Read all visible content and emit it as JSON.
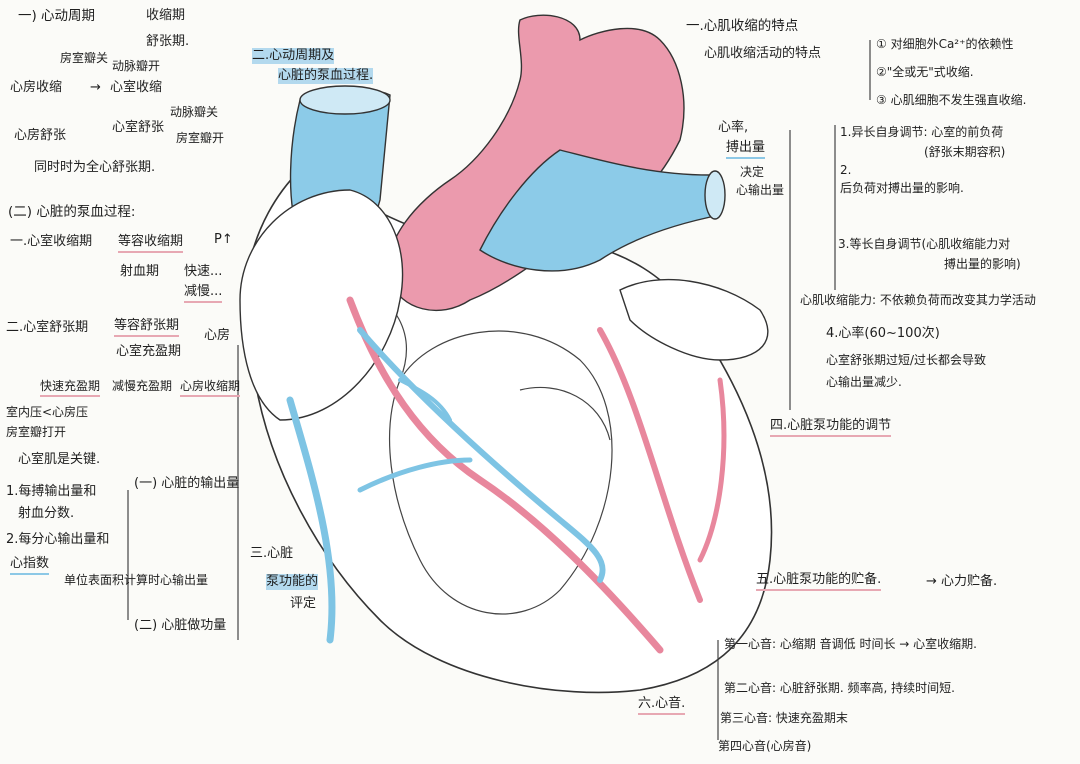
{
  "colors": {
    "artery": "#e8879d",
    "vein": "#7ec4e4",
    "ink": "#222222",
    "paper": "#fbfbf8"
  },
  "notes": {
    "cardiac_cycle": {
      "title": "一) 心动周期",
      "systole": "收缩期",
      "diastole": "舒张期.",
      "av_valve_close": "房室瓣关",
      "arterial_valve_open": "动脉瓣开",
      "atrial_systole": "心房收缩",
      "ventricular_systole": "心室收缩",
      "arterial_valve_close": "动脉瓣关",
      "atrial_diastole": "心房舒张",
      "ventricular_diastole": "心室舒张",
      "av_valve_open": "房室瓣开",
      "full_diastole": "同时时为全心舒张期."
    },
    "pumping_process": {
      "title": "(二) 心脏的泵血过程:",
      "vent_systole": "一.心室收缩期",
      "isovolumic_contraction": "等容收缩期",
      "pressure_up": "P↑",
      "ejection_period": "射血期",
      "fast": "快速...",
      "slow": "减慢...",
      "vent_diastole": "二.心室舒张期",
      "isovolumic_relaxation": "等容舒张期",
      "filling_period": "心室充盈期",
      "to_atrium": "心房",
      "rapid_filling": "快速充盈期",
      "slow_filling": "减慢充盈期",
      "atrial_contraction": "心房收缩期",
      "pressure_note": "室内压<心房压",
      "av_opens": "房室瓣打开",
      "ventricle_key": "心室肌是关键."
    },
    "output": {
      "stroke_volume": "1.每搏输出量和",
      "ejection_fraction": "射血分数.",
      "minute_output": "2.每分心输出量和",
      "cardiac_index": "心指数",
      "cardiac_index_desc": "单位表面积计算时心输出量",
      "heart_output_title": "(一) 心脏的输出量",
      "heart_work": "(二) 心脏做功量"
    },
    "cycle_and_pump": {
      "line1": "二.心动周期及",
      "line2": "心脏的泵血过程."
    },
    "pump_eval": {
      "line1": "三.心脏",
      "line2": "泵功能的",
      "line3": "评定"
    },
    "myocardium": {
      "title": "一.心肌收缩的特点",
      "subtitle": "心肌收缩活动的特点",
      "feature1": "① 对细胞外Ca²⁺的依赖性",
      "feature2": "②\"全或无\"式收缩.",
      "feature3": "③ 心肌细胞不发生强直收缩."
    },
    "regulation": {
      "cardiac_output_label1": "心率,",
      "cardiac_output_label2": "搏出量",
      "decide1": "决定",
      "decide2": "心输出量",
      "item1": "1.异长自身调节: 心室的前负荷",
      "item1b": "(舒张末期容积)",
      "item2_num": "2.",
      "item2": "后负荷对搏出量的影响.",
      "item3": "3.等长自身调节(心肌收缩能力对",
      "item3b": "搏出量的影响)",
      "contractility": "心肌收缩能力: 不依赖负荷而改变其力学活动",
      "heart_rate": "4.心率(60~100次)",
      "hr_note1": "心室舒张期过短/过长都会导致",
      "hr_note2": "心输出量减少.",
      "section_title": "四.心脏泵功能的调节"
    },
    "reserve": {
      "title": "五.心脏泵功能的贮备.",
      "result": "→ 心力贮备."
    },
    "heart_sounds": {
      "title": "六.心音.",
      "s1": "第一心音: 心缩期 音调低 时间长 → 心室收缩期.",
      "s2": "第二心音: 心脏舒张期. 频率高, 持续时间短.",
      "s3": "第三心音: 快速充盈期末",
      "s4": "第四心音(心房音)"
    }
  }
}
